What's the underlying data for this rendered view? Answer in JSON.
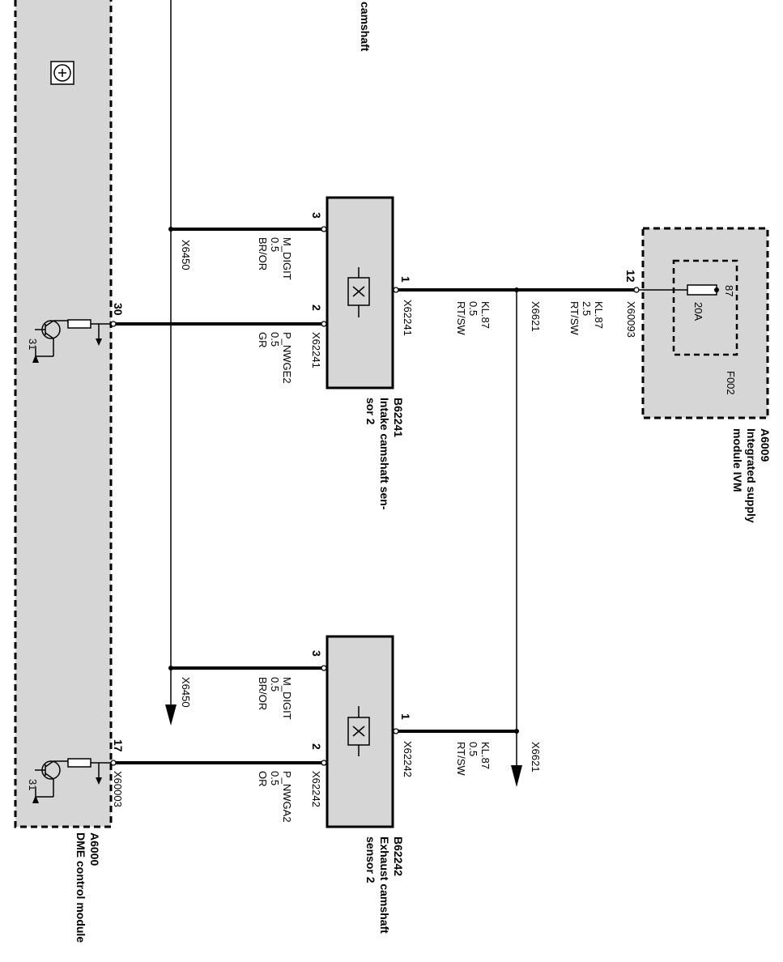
{
  "diagram": {
    "top_label": "camshaft",
    "dme": {
      "id": "A6000",
      "name": "DME control module",
      "pin_top": "30",
      "pin_bottom": "17",
      "connector": "X60003",
      "ground_top": "31",
      "ground_bottom": "31"
    },
    "intake_sensor": {
      "id": "B62241",
      "name_line1": "Intake camshaft sen-",
      "name_line2": "sor 2",
      "connector_signal": "X62241",
      "connector_power": "X62241",
      "pin3": "3",
      "pin2": "2",
      "pin1": "1"
    },
    "exhaust_sensor": {
      "id": "B62242",
      "name_line1": "Exhaust camshaft",
      "name_line2": "sensor 2",
      "connector_signal": "X62242",
      "connector_power": "X62242",
      "pin3": "3",
      "pin2": "2",
      "pin1": "1"
    },
    "ivm": {
      "id": "A6009",
      "name_line1": "Integrated supply",
      "name_line2": "module IVM",
      "fuse": "F002",
      "fuse_rating": "20A",
      "fuse_term": "87",
      "pin": "12",
      "connector": "X60093"
    },
    "wires": {
      "intake_mdigit": {
        "signal": "M_DIGIT",
        "size": "0.5",
        "color": "BR/OR"
      },
      "intake_pnwge2": {
        "signal": "P_NWGE2",
        "size": "0.5",
        "color": "GR"
      },
      "intake_kl87": {
        "signal": "KL.87",
        "size": "0.5",
        "color": "RT/SW"
      },
      "ivm_kl87": {
        "signal": "KL.87",
        "size": "2.5",
        "color": "RT/SW"
      },
      "exhaust_mdigit": {
        "signal": "M_DIGIT",
        "size": "0.5",
        "color": "BR/OR"
      },
      "exhaust_pnwga2": {
        "signal": "P_NWGA2",
        "size": "0.5",
        "color": "OR"
      },
      "exhaust_kl87": {
        "signal": "KL.87",
        "size": "0.5",
        "color": "RT/SW"
      }
    },
    "splices": {
      "ground_top": "X6450",
      "ground_bottom": "X6450",
      "power_top": "X6621",
      "power_bottom": "X6621"
    }
  }
}
